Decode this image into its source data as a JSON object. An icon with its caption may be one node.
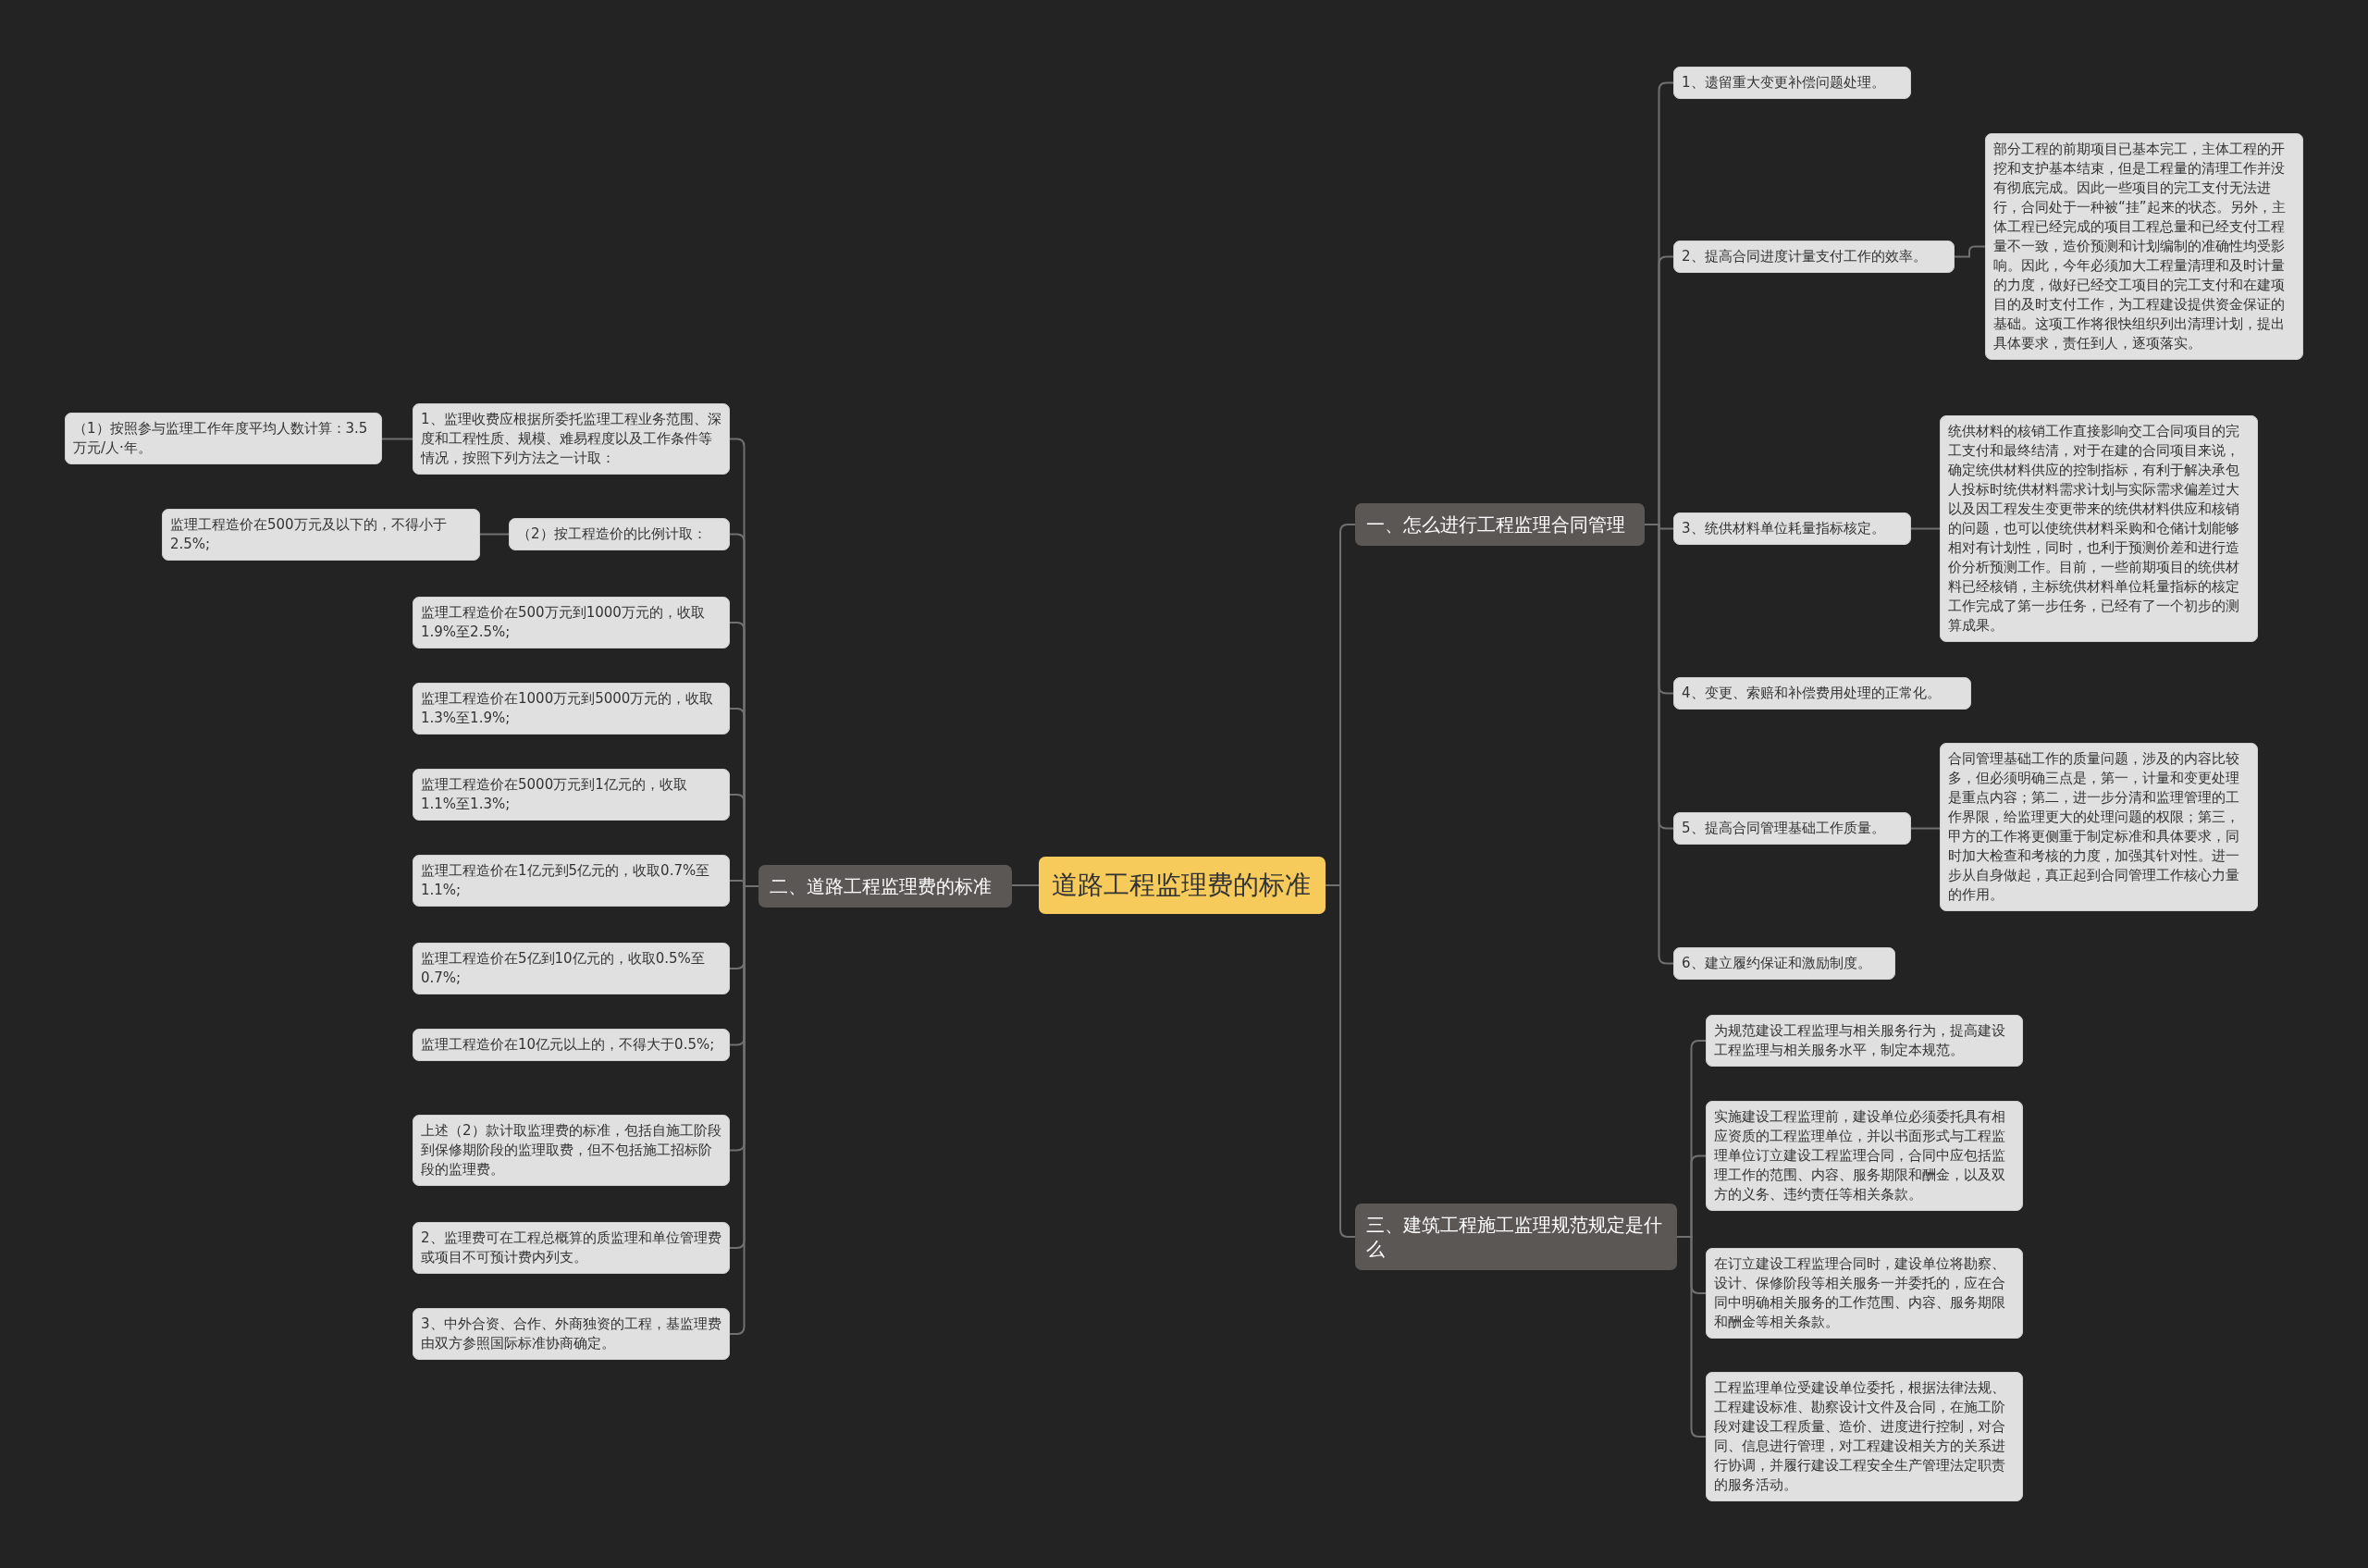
{
  "diagram": {
    "nodes": [
      {
        "text": [
          "道路工程监理费的标准"
        ]
      },
      {
        "text": [
          "二、道路工程监理费的标准"
        ]
      },
      {
        "text": [
          "1、监理收费应根据所委托监理工程业务范围、深度和工程性质、规模、难易程度以及工作条件等情况，按照下列方法之一计取："
        ]
      },
      {
        "text": [
          "（1）按照参与监理工作年度平均人数计算：3.5万元/人·年。"
        ]
      },
      {
        "text": [
          "（2）按工程造价的比例计取："
        ]
      },
      {
        "text": [
          "监理工程造价在500万元及以下的，不得小于2.5%;"
        ]
      },
      {
        "text": [
          "监理工程造价在500万元到1000万元的，收取1.9%至2.5%;"
        ]
      },
      {
        "text": [
          "监理工程造价在1000万元到5000万元的，收取1.3%至1.9%;"
        ]
      },
      {
        "text": [
          "监理工程造价在5000万元到1亿元的，收取1.1%至1.3%;"
        ]
      },
      {
        "text": [
          "监理工程造价在1亿元到5亿元的，收取0.7%至1.1%;"
        ]
      },
      {
        "text": [
          "监理工程造价在5亿到10亿元的，收取0.5%至0.7%;"
        ]
      },
      {
        "text": [
          "监理工程造价在10亿元以上的，不得大于0.5%;"
        ]
      },
      {
        "text": [
          "上述（2）款计取监理费的标准，包括自施工阶段到保修期阶段的监理取费，但不包括施工招标阶段的监理费。"
        ]
      },
      {
        "text": [
          "2、监理费可在工程总概算的质监理和单位管理费或项目不可预计费内列支。"
        ]
      },
      {
        "text": [
          "3、中外合资、合作、外商独资的工程，基监理费由双方参照国际标准协商确定。"
        ]
      },
      {
        "text": [
          "一、怎么进行工程监理合同管理"
        ]
      },
      {
        "text": [
          "1、遗留重大变更补偿问题处理。"
        ]
      },
      {
        "text": [
          "2、提高合同进度计量支付工作的效率。"
        ]
      },
      {
        "text": [
          "部分工程的前期项目已基本完工，主体工程的开挖和支护基本结束，但是工程量的清理工作并没有彻底完成。因此一些项目的完工支付无法进行，合同处于一种被“挂”起来的状态。另外，主体工程已经完成的项目工程总量和已经支付工程量不一致，造价预测和计划编制的准确性均受影响。因此，今年必须加大工程量清理和及时计量的力度，做好已经交工项目的完工支付和在建项目的及时支付工作，为工程建设提供资金保证的基础。这项工作将很快组织列出清理计划，提出具体要求，责任到人，逐项落实。"
        ]
      },
      {
        "text": [
          "3、统供材料单位耗量指标核定。"
        ]
      },
      {
        "text": [
          "统供材料的核销工作直接影响交工合同项目的完工支付和最终结清，对于在建的合同项目来说，确定统供材料供应的控制指标，有利于解决承包人投标时统供材料需求计划与实际需求偏差过大以及因工程发生变更带来的统供材料供应和核销的问题，也可以使统供材料采购和仓储计划能够相对有计划性，同时，也利于预测价差和进行造价分析预测工作。目前，一些前期项目的统供材料已经核销，主标统供材料单位耗量指标的核定工作完成了第一步任务，已经有了一个初步的测算成果。"
        ]
      },
      {
        "text": [
          "4、变更、索赔和补偿费用处理的正常化。"
        ]
      },
      {
        "text": [
          "5、提高合同管理基础工作质量。"
        ]
      },
      {
        "text": [
          "合同管理基础工作的质量问题，涉及的内容比较多，但必须明确三点是，第一，计量和变更处理是重点内容；第二，进一步分清和监理管理的工作界限，给监理更大的处理问题的权限；第三，甲方的工作将更侧重于制定标准和具体要求，同时加大检查和考核的力度，加强其针对性。进一步从自身做起，真正起到合同管理工作核心力量的作用。"
        ]
      },
      {
        "text": [
          "6、建立履约保证和激励制度。"
        ]
      },
      {
        "text": [
          "三、建筑工程施工监理规范规定是什么"
        ]
      },
      {
        "text": [
          "为规范建设工程监理与相关服务行为，提高建设工程监理与相关服务水平，制定本规范。"
        ]
      },
      {
        "text": [
          "实施建设工程监理前，建设单位必须委托具有相应资质的工程监理单位，并以书面形式与工程监理单位订立建设工程监理合同，合同中应包括监理工作的范围、内容、服务期限和酬金，以及双方的义务、违约责任等相关条款。"
        ]
      },
      {
        "text": [
          "在订立建设工程监理合同时，建设单位将勘察、设计、保修阶段等相关服务一并委托的，应在合同中明确相关服务的工作范围、内容、服务期限和酬金等相关条款。"
        ]
      },
      {
        "text": [
          "工程监理单位受建设单位委托，根据法律法规、工程建设标准、勘察设计文件及合同，在施工阶段对建设工程质量、造价、进度进行控制，对合同、信息进行管理，对工程建设相关方的关系进行协调，并履行建设工程安全生产管理法定职责的服务活动。"
        ]
      }
    ],
    "edges": [
      {
        "from": 0,
        "to": 1,
        "arrow": "none"
      },
      {
        "from": 1,
        "to": 2,
        "arrow": "none"
      },
      {
        "from": 2,
        "to": 3,
        "arrow": "none"
      },
      {
        "from": 1,
        "to": 4,
        "arrow": "none"
      },
      {
        "from": 4,
        "to": 5,
        "arrow": "none"
      },
      {
        "from": 1,
        "to": 6,
        "arrow": "none"
      },
      {
        "from": 1,
        "to": 7,
        "arrow": "none"
      },
      {
        "from": 1,
        "to": 8,
        "arrow": "none"
      },
      {
        "from": 1,
        "to": 9,
        "arrow": "none"
      },
      {
        "from": 1,
        "to": 10,
        "arrow": "none"
      },
      {
        "from": 1,
        "to": 11,
        "arrow": "none"
      },
      {
        "from": 1,
        "to": 12,
        "arrow": "none"
      },
      {
        "from": 1,
        "to": 13,
        "arrow": "none"
      },
      {
        "from": 1,
        "to": 14,
        "arrow": "none"
      },
      {
        "from": 0,
        "to": 15,
        "arrow": "none"
      },
      {
        "from": 15,
        "to": 16,
        "arrow": "none"
      },
      {
        "from": 15,
        "to": 17,
        "arrow": "none"
      },
      {
        "from": 17,
        "to": 18,
        "arrow": "none"
      },
      {
        "from": 15,
        "to": 19,
        "arrow": "none"
      },
      {
        "from": 19,
        "to": 20,
        "arrow": "none"
      },
      {
        "from": 15,
        "to": 21,
        "arrow": "none"
      },
      {
        "from": 15,
        "to": 22,
        "arrow": "none"
      },
      {
        "from": 22,
        "to": 23,
        "arrow": "none"
      },
      {
        "from": 15,
        "to": 24,
        "arrow": "none"
      },
      {
        "from": 0,
        "to": 25,
        "arrow": "none"
      },
      {
        "from": 25,
        "to": 26,
        "arrow": "none"
      },
      {
        "from": 25,
        "to": 27,
        "arrow": "none"
      },
      {
        "from": 25,
        "to": 28,
        "arrow": "none"
      },
      {
        "from": 25,
        "to": 29,
        "arrow": "none"
      }
    ]
  }
}
